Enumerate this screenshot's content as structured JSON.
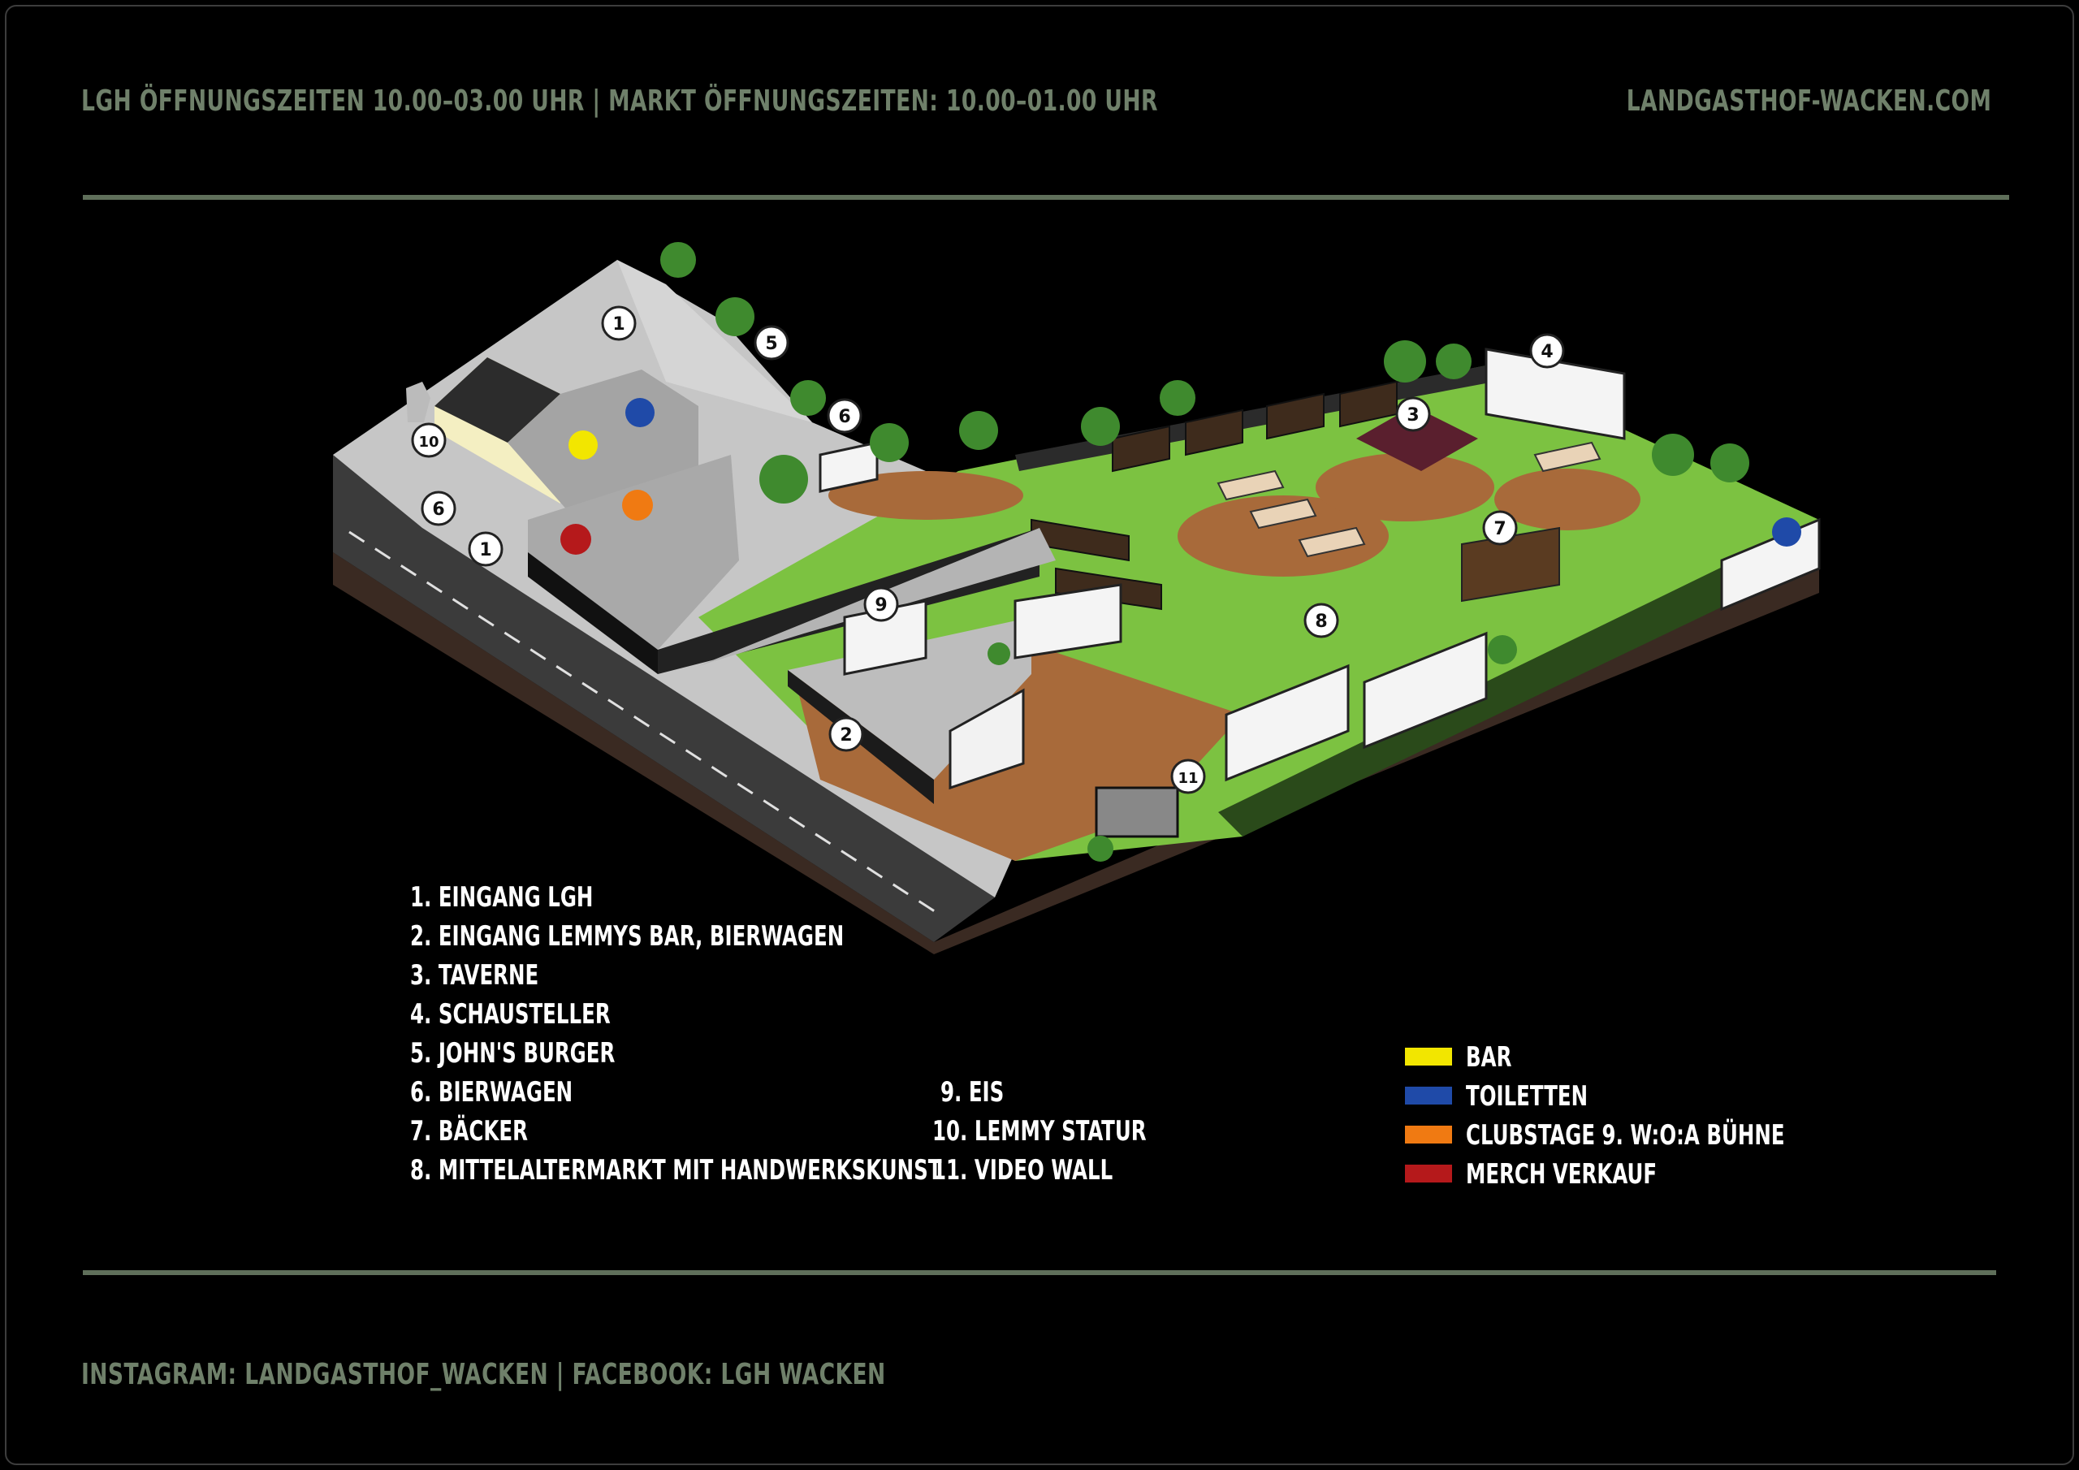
{
  "header": {
    "hours": "LGH ÖFFNUNGSZEITEN 10.00–03.00 UHR  |  MARKT ÖFFNUNGSZEITEN: 10.00–01.00 UHR",
    "website": "LANDGASTHOF-WACKEN.COM"
  },
  "footer": {
    "social": "INSTAGRAM: LANDGASTHOF_WACKEN  |  FACEBOOK: LGH WACKEN"
  },
  "map_markers": [
    {
      "id": "m1a",
      "label": "1"
    },
    {
      "id": "m1b",
      "label": "1"
    },
    {
      "id": "m2",
      "label": "2"
    },
    {
      "id": "m3",
      "label": "3"
    },
    {
      "id": "m4",
      "label": "4"
    },
    {
      "id": "m5",
      "label": "5"
    },
    {
      "id": "m6a",
      "label": "6"
    },
    {
      "id": "m6b",
      "label": "6"
    },
    {
      "id": "m7",
      "label": "7"
    },
    {
      "id": "m8",
      "label": "8"
    },
    {
      "id": "m9",
      "label": "9"
    },
    {
      "id": "m10",
      "label": "10"
    },
    {
      "id": "m11",
      "label": "11"
    }
  ],
  "legend_numbered": [
    "1. EINGANG LGH",
    "2. EINGANG LEMMYS BAR, BIERWAGEN",
    "3. TAVERNE",
    "4. SCHAUSTELLER",
    "5. JOHN'S BURGER",
    "6. BIERWAGEN",
    "7. BÄCKER",
    "8. MITTELALTERMARKT MIT HANDWERKSKUNST",
    "9. EIS",
    "10. LEMMY STATUR",
    "11. VIDEO WALL"
  ],
  "color_key": [
    {
      "label": "BAR",
      "color": "#f2e600"
    },
    {
      "label": "TOILETTEN",
      "color": "#1f4aa8"
    },
    {
      "label": "CLUBSTAGE 9. W:O:A BÜHNE",
      "color": "#f07a12"
    },
    {
      "label": "MERCH VERKAUF",
      "color": "#b5191b"
    }
  ],
  "colors": {
    "grass": "#7cc241",
    "paving": "#c9c9c9",
    "road": "#3b3b3b",
    "mulch": "#a86a3a",
    "accent_text": "#6f806a"
  }
}
